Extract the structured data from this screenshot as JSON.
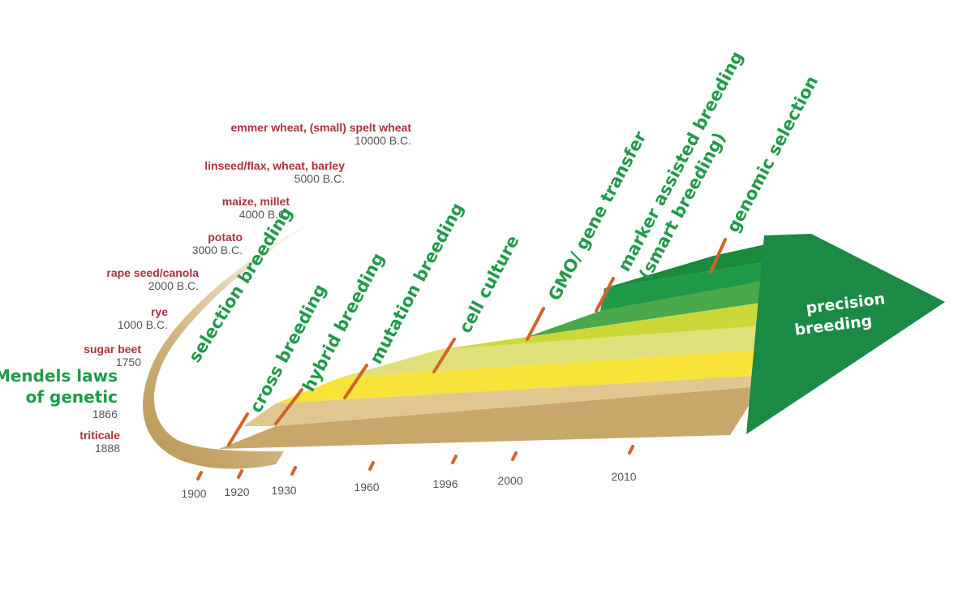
{
  "crops": [
    {
      "name": "emmer wheat, (small) spelt wheat",
      "date": "10000 B.C."
    },
    {
      "name": "linseed/flax, wheat, barley",
      "date": "5000 B.C."
    },
    {
      "name": "maize, millet",
      "date": "4000 B.C."
    },
    {
      "name": "potato",
      "date": "3000 B.C."
    },
    {
      "name": "rape seed/canola",
      "date": "2000 B.C."
    },
    {
      "name": "rye",
      "date": "1000 B.C."
    },
    {
      "name": "sugar beet",
      "date": "1750"
    },
    {
      "name": "triticale",
      "date": "1888"
    }
  ],
  "mendel": {
    "line1": "Mendels laws",
    "line2": "of genetic",
    "year": "1866"
  },
  "methods": [
    {
      "label": "selection breeding"
    },
    {
      "label": "cross breeding"
    },
    {
      "label": "hybrid breeding"
    },
    {
      "label": "mutation breeding"
    },
    {
      "label": "cell culture"
    },
    {
      "label": "GMO/ gene transfer"
    },
    {
      "label": "marker assisted breeding",
      "label2": "(smart breeding)"
    },
    {
      "label": "genomic selection"
    }
  ],
  "years": [
    "1900",
    "1920",
    "1930",
    "1960",
    "1996",
    "2000",
    "2010"
  ],
  "arrow": {
    "line1": "precision",
    "line2": "breeding"
  },
  "colors": {
    "crop_name": "#a8323a",
    "method_text": "#1f9a4a",
    "tick": "#d2622a",
    "base": "#c8a86a",
    "arrow": "#1a8a45"
  }
}
